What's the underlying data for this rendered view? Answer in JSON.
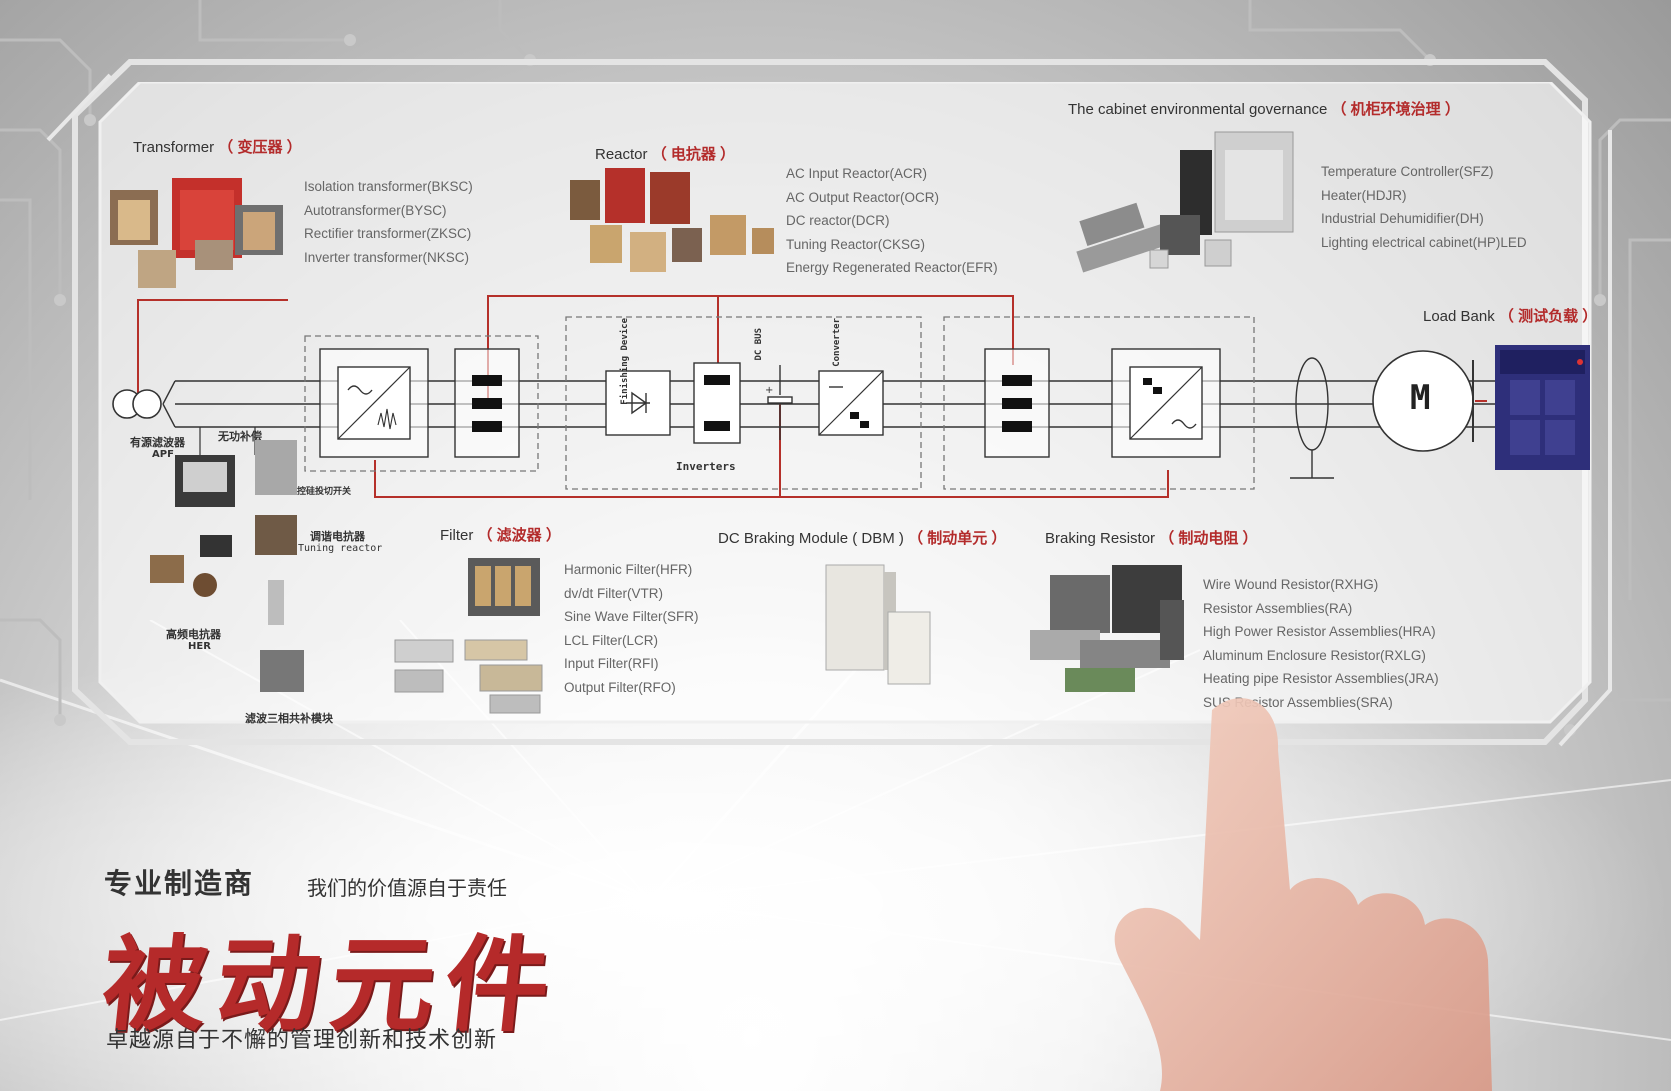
{
  "sections": {
    "transformer": {
      "title": "Transformer",
      "title_cn": "（ 变压器 ）",
      "items": [
        "Isolation transformer(BKSC)",
        "Autotransformer(BYSC)",
        "Rectifier transformer(ZKSC)",
        "Inverter transformer(NKSC)"
      ]
    },
    "reactor": {
      "title": "Reactor",
      "title_cn": "（ 电抗器 ）",
      "items": [
        "AC Input Reactor(ACR)",
        "AC Output Reactor(OCR)",
        "DC reactor(DCR)",
        "Tuning Reactor(CKSG)",
        "Energy Regenerated Reactor(EFR)"
      ]
    },
    "cabinet": {
      "title": "The cabinet environmental governance",
      "title_cn": "（ 机柜环境治理 ）",
      "items": [
        "Temperature Controller(SFZ)",
        "Heater(HDJR)",
        "Industrial Dehumidifier(DH)",
        "Lighting electrical cabinet(HP)LED"
      ]
    },
    "load_bank": {
      "title": "Load Bank",
      "title_cn": "（ 测试负载 ）"
    },
    "filter": {
      "title": "Filter",
      "title_cn": "（ 滤波器 ）",
      "items": [
        "Harmonic Filter(HFR)",
        "dv/dt Filter(VTR)",
        "Sine Wave Filter(SFR)",
        "LCL Filter(LCR)",
        "Input Filter(RFI)",
        "Output Filter(RFO)"
      ]
    },
    "dbm": {
      "title": "DC Braking Module ( DBM )",
      "title_cn": "（ 制动单元 ）"
    },
    "braking_resistor": {
      "title": "Braking Resistor",
      "title_cn": "（ 制动电阻 ）",
      "items": [
        "Wire Wound Resistor(RXHG)",
        "Resistor Assemblies(RA)",
        "High Power Resistor Assemblies(HRA)",
        "Aluminum Enclosure Resistor(RXLG)",
        "Heating pipe Resistor Assemblies(JRA)",
        "SUS Resistor Assemblies(SRA)"
      ]
    }
  },
  "diagram_labels": {
    "apf_cn": "有源滤波器",
    "apf": "APF",
    "reactive_cn": "无功补偿",
    "thyristor_switch_cn": "可控硅投切开关",
    "tuning_reactor_cn": "调谐电抗器",
    "tuning_reactor": "Tuning reactor",
    "her_cn": "高频电抗器",
    "her": "HER",
    "filter_module_cn": "滤波三相共补模块",
    "finishing_device": "Finishing Device",
    "dc_bus": "DC BUS",
    "converter": "Converter",
    "inverters": "Inverters",
    "motor": "M"
  },
  "slogan": {
    "line1_bold": "专业制造商",
    "line1_rest": "我们的价值源自于责任",
    "big": "被动元件",
    "tagline": "卓越源自于不懈的管理创新和技术创新"
  },
  "colors": {
    "accent_red": "#b32b2b",
    "line_dark": "#333333",
    "line_red": "#b5302a"
  }
}
